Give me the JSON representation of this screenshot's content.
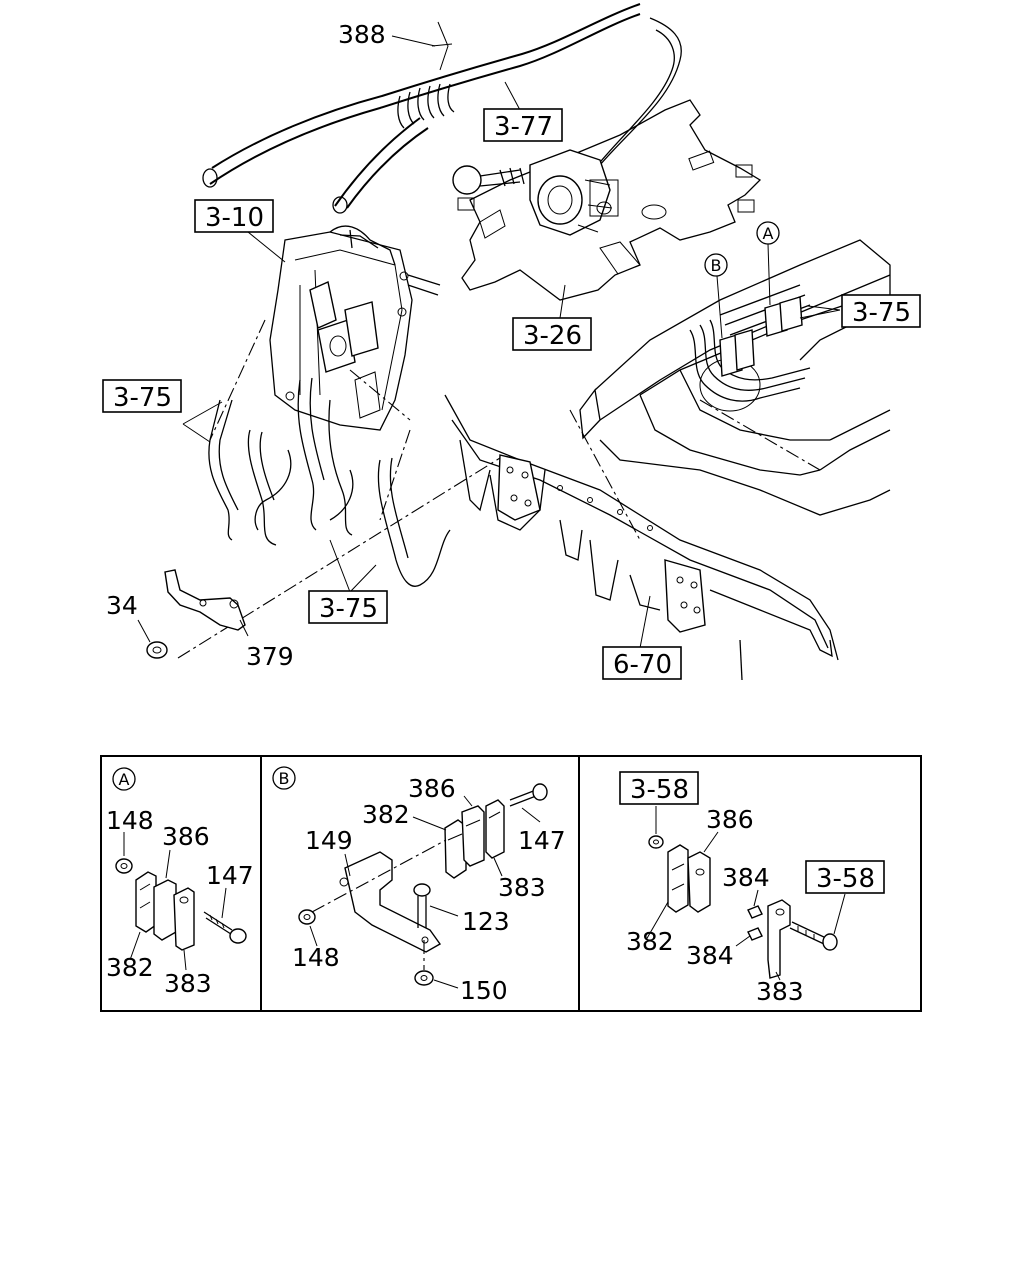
{
  "main_view": {
    "callouts": {
      "c388": "388",
      "c34": "34",
      "c379": "379"
    },
    "refs": {
      "r377": "3-77",
      "r310": "3-10",
      "r326": "3-26",
      "r375_right": "3-75",
      "r375_left": "3-75",
      "r375_bottom": "3-75",
      "r670": "6-70"
    },
    "detail_markers": {
      "a": "A",
      "b": "B"
    }
  },
  "detail_a": {
    "marker": "A",
    "callouts": {
      "c148": "148",
      "c386": "386",
      "c147": "147",
      "c382": "382",
      "c383": "383"
    }
  },
  "detail_b": {
    "marker": "B",
    "callouts": {
      "c386": "386",
      "c382": "382",
      "c147": "147",
      "c149": "149",
      "c383": "383",
      "c123": "123",
      "c148": "148",
      "c150": "150"
    }
  },
  "detail_c": {
    "refs": {
      "r358_top": "3-58",
      "r358_right": "3-58"
    },
    "callouts": {
      "c386": "386",
      "c384_top": "384",
      "c382": "382",
      "c384_bottom": "384",
      "c383": "383"
    }
  }
}
